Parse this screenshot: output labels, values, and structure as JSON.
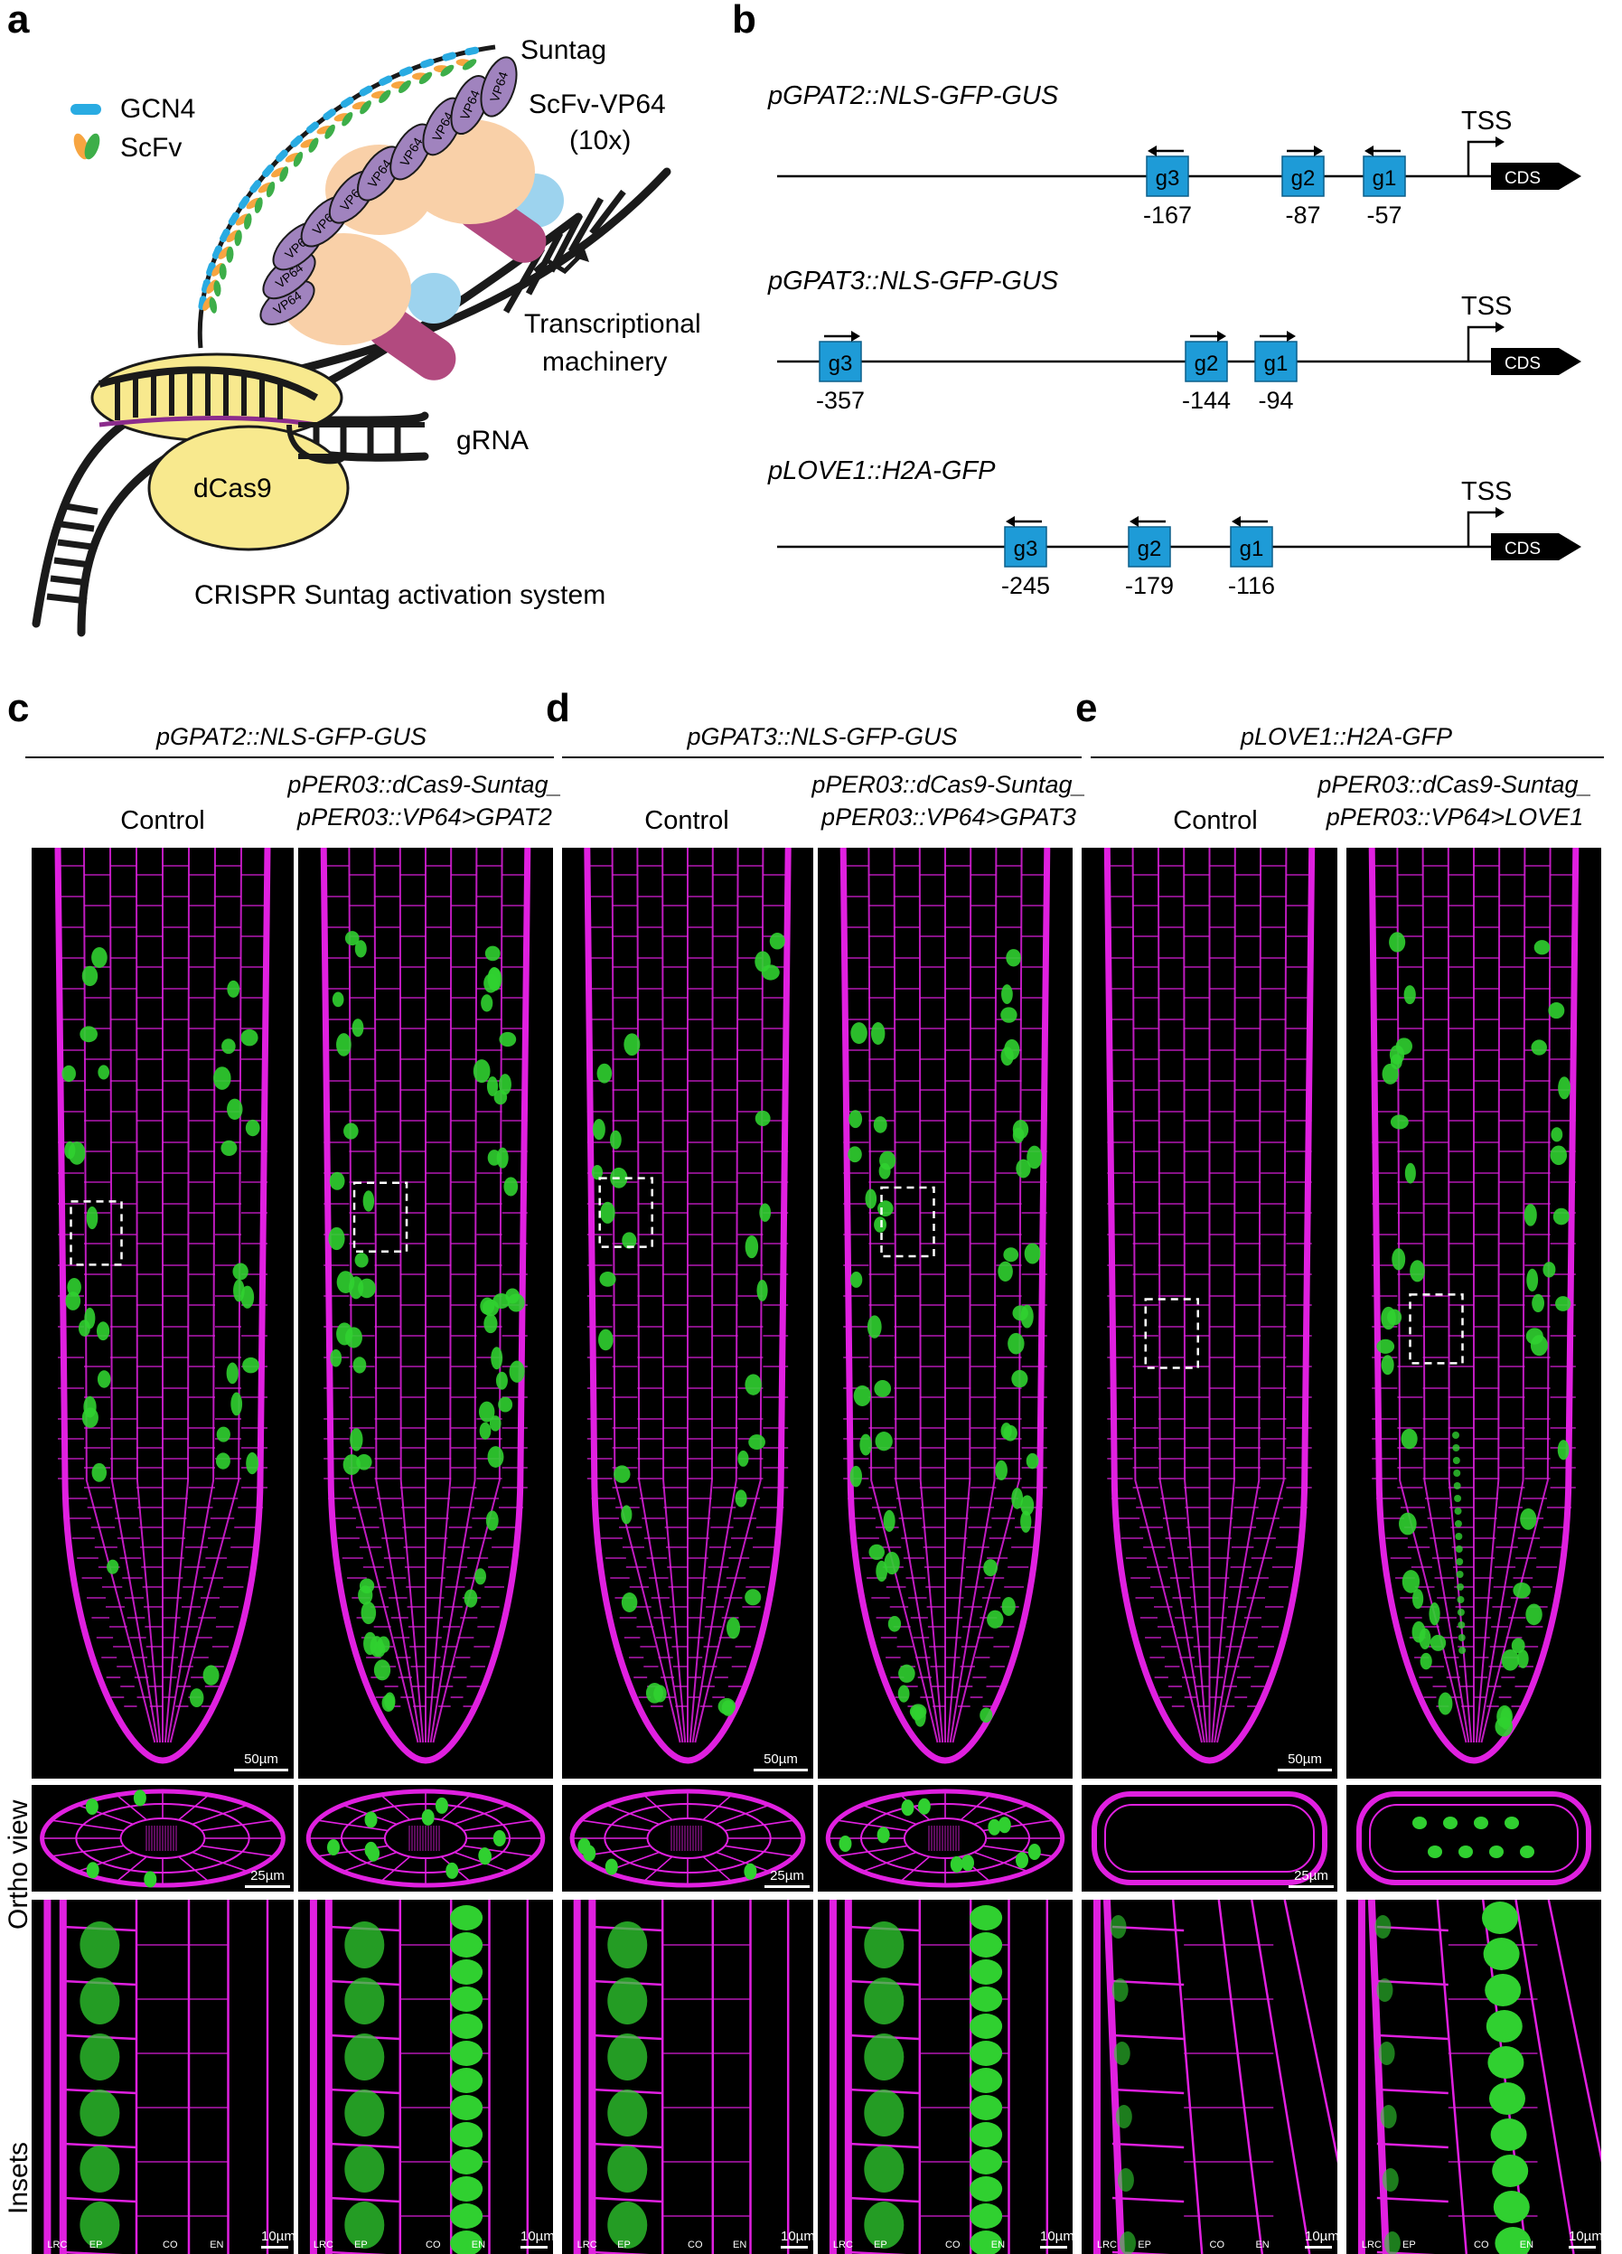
{
  "panels": {
    "a": {
      "letter": "a",
      "legend": [
        {
          "symbol": "gcn4-marker",
          "label": "GCN4",
          "color": "#29ABE2"
        },
        {
          "symbol": "scfv-marker",
          "label": "ScFv",
          "color": "#F7A541"
        }
      ],
      "suntag_label": "Suntag",
      "scfv_vp64_label": "ScFv-VP64",
      "scfv_vp64_count": "(10x)",
      "vp64_label": "VP64",
      "transcriptional_label_1": "Transcriptional",
      "transcriptional_label_2": "machinery",
      "grna_label": "gRNA",
      "dcas9_label": "dCas9",
      "caption": "CRISPR Suntag activation system",
      "colors": {
        "gcn4": "#29ABE2",
        "scfv_orange": "#F7A541",
        "scfv_green": "#3DAE49",
        "vp64": "#A083BE",
        "dcas9": "#F8E98E",
        "machinery_blue": "#9DD3EE",
        "machinery_red": "#B24A7F",
        "peach": "#F9D0A8"
      }
    },
    "b": {
      "letter": "b",
      "constructs": [
        {
          "name": "pGPAT2::NLS-GFP-GUS",
          "tss": "TSS",
          "cds": "CDS",
          "guides": [
            {
              "label": "g3",
              "pos": "-167",
              "dir": "left"
            },
            {
              "label": "g2",
              "pos": "-87",
              "dir": "right"
            },
            {
              "label": "g1",
              "pos": "-57",
              "dir": "left"
            }
          ]
        },
        {
          "name": "pGPAT3::NLS-GFP-GUS",
          "tss": "TSS",
          "cds": "CDS",
          "guides": [
            {
              "label": "g3",
              "pos": "-357",
              "dir": "right"
            },
            {
              "label": "g2",
              "pos": "-144",
              "dir": "right"
            },
            {
              "label": "g1",
              "pos": "-94",
              "dir": "right"
            }
          ]
        },
        {
          "name": "pLOVE1::H2A-GFP",
          "tss": "TSS",
          "cds": "CDS",
          "guides": [
            {
              "label": "g3",
              "pos": "-245",
              "dir": "left"
            },
            {
              "label": "g2",
              "pos": "-179",
              "dir": "left"
            },
            {
              "label": "g1",
              "pos": "-116",
              "dir": "left"
            }
          ]
        }
      ],
      "guide_color": "#1E9BD7"
    },
    "c": {
      "letter": "c",
      "reporter": "pGPAT2::NLS-GFP-GUS",
      "control": "Control",
      "transgene_1": "pPER03::dCas9-Suntag_",
      "transgene_2": "pPER03::VP64>GPAT2"
    },
    "d": {
      "letter": "d",
      "reporter": "pGPAT3::NLS-GFP-GUS",
      "control": "Control",
      "transgene_1": "pPER03::dCas9-Suntag_",
      "transgene_2": "pPER03::VP64>GPAT3"
    },
    "e": {
      "letter": "e",
      "reporter": "pLOVE1::H2A-GFP",
      "control": "Control",
      "transgene_1": "pPER03::dCas9-Suntag_",
      "transgene_2": "pPER03::VP64>LOVE1"
    }
  },
  "row_labels": {
    "ortho": "Ortho view",
    "insets": "Insets"
  },
  "scale_bars": {
    "main": "50µm",
    "ortho": "25µm",
    "inset": "10µm"
  },
  "tissue_labels": {
    "lrc": "LRC",
    "ep": "EP",
    "co": "CO",
    "en": "EN"
  },
  "image_colors": {
    "membrane": "#E020E0",
    "gfp": "#30D030",
    "background": "#000000"
  }
}
